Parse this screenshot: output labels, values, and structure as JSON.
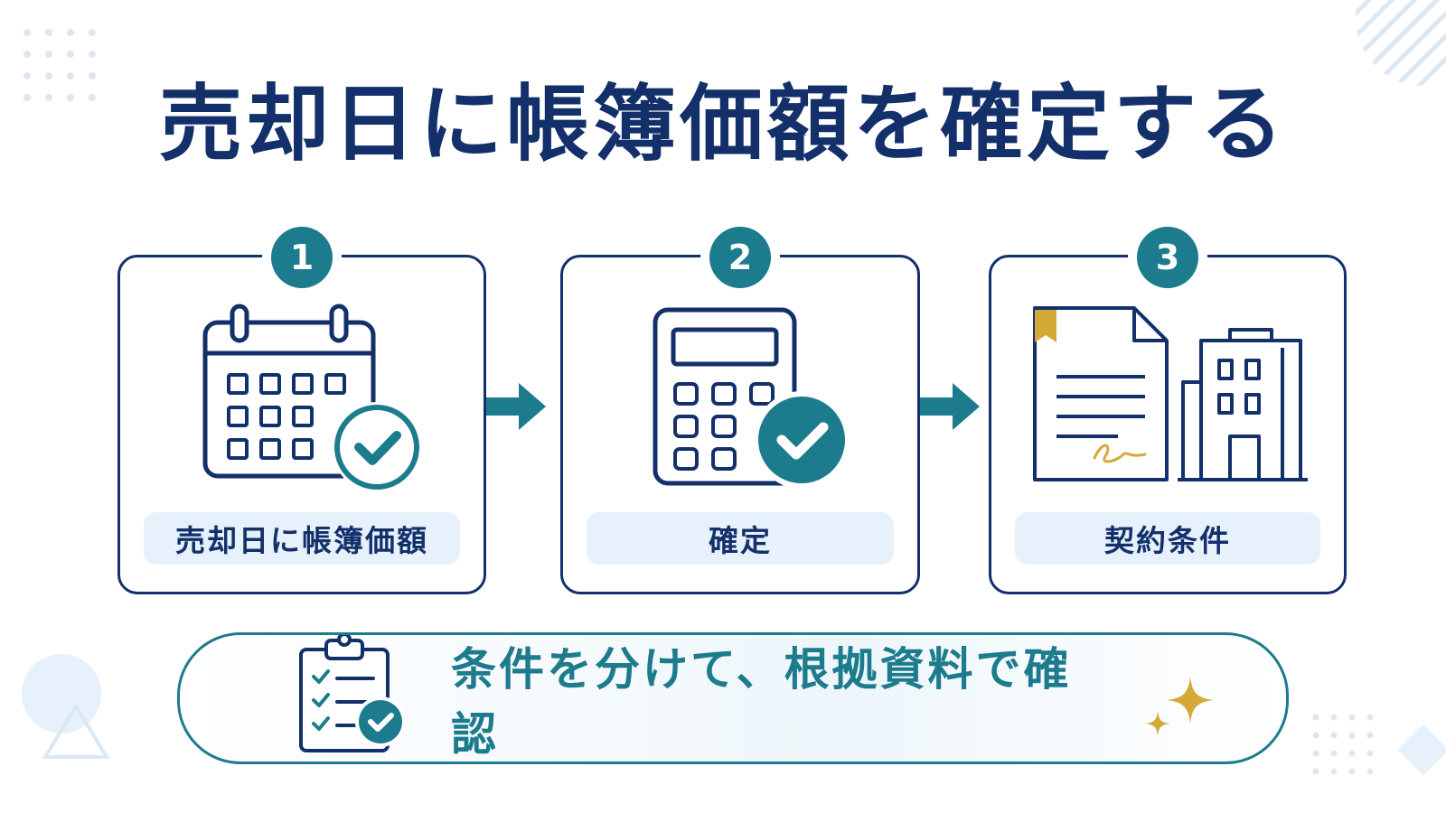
{
  "title": "売却日に帳簿価額を確定する",
  "steps": [
    {
      "number": "1",
      "label": "売却日に帳簿価額",
      "icon": "calendar-check-icon"
    },
    {
      "number": "2",
      "label": "確定",
      "icon": "calculator-check-icon"
    },
    {
      "number": "3",
      "label": "契約条件",
      "icon": "contract-building-icon"
    }
  ],
  "note": {
    "text": "条件を分けて、根拠資料で確認",
    "icon": "clipboard-checklist-icon"
  },
  "colors": {
    "navy": "#13306b",
    "teal": "#1d7b8e",
    "label_bg": "#e6f1fb",
    "gold": "#d4a937"
  }
}
